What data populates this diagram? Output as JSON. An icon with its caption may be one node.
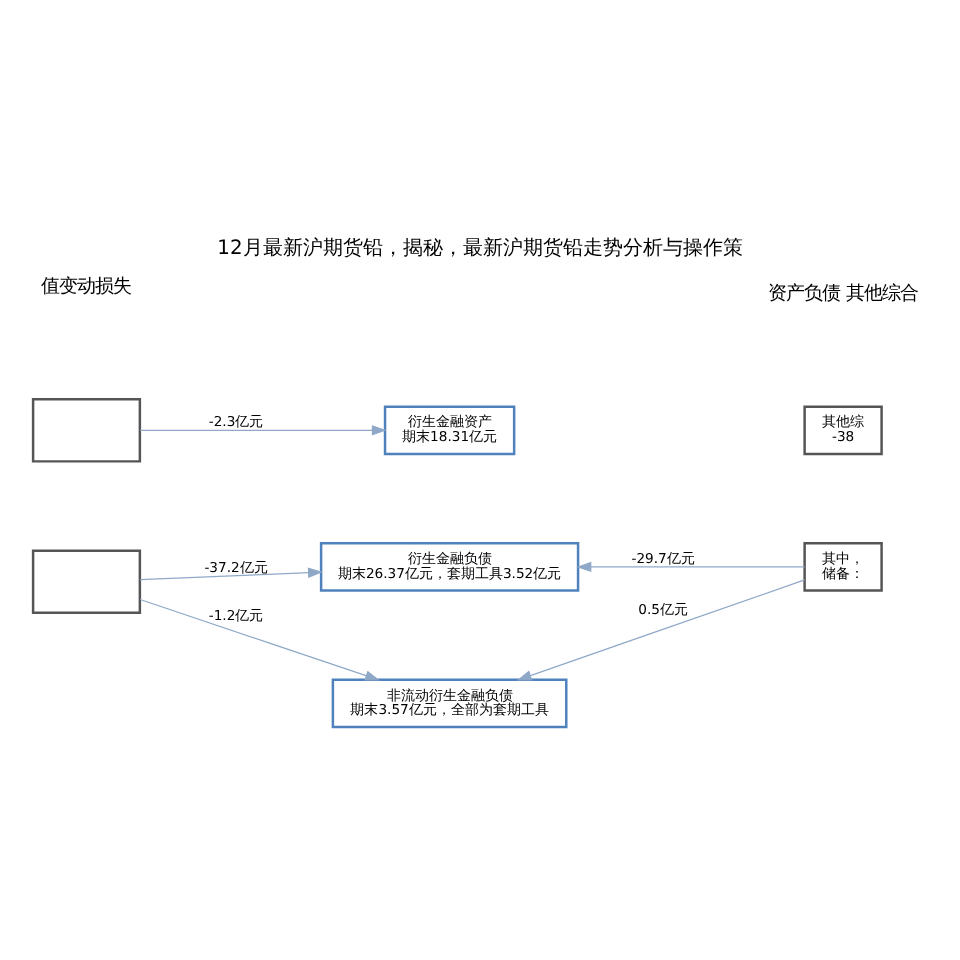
{
  "diagram": {
    "title": "12月最新沪期货铅，揭秘，最新沪期货铅走势分析与操作策",
    "nodes": [
      {
        "text": [],
        "shape": "box"
      },
      {
        "text": [],
        "shape": "box"
      },
      {
        "text": [
          "衍生金融资产",
          "期末18.31亿元"
        ]
      },
      {
        "text": [
          "衍生金融负债",
          "期末26.37亿元，套期工具3.52亿元"
        ]
      },
      {
        "text": [
          "非流动衍生金融负债",
          "期末3.57亿元，全部为套期工具"
        ]
      },
      {
        "text": [
          "其他综",
          "-38"
        ]
      },
      {
        "text": [
          "其中，",
          "储备："
        ]
      }
    ],
    "edges": [
      {
        "from": 0,
        "to": 2,
        "arrow": "to",
        "label": "-2.3亿元"
      },
      {
        "from": 1,
        "to": 3,
        "arrow": "to",
        "label": "-37.2亿元"
      },
      {
        "from": 1,
        "to": 4,
        "arrow": "to",
        "label": "-1.2亿元"
      },
      {
        "from": 6,
        "to": 3,
        "arrow": "to",
        "label": "-29.7亿元"
      },
      {
        "from": 6,
        "to": 4,
        "arrow": "to",
        "label": "0.5亿元"
      }
    ],
    "labels": [
      "值变动损失",
      "资产负债 其他综合"
    ]
  }
}
